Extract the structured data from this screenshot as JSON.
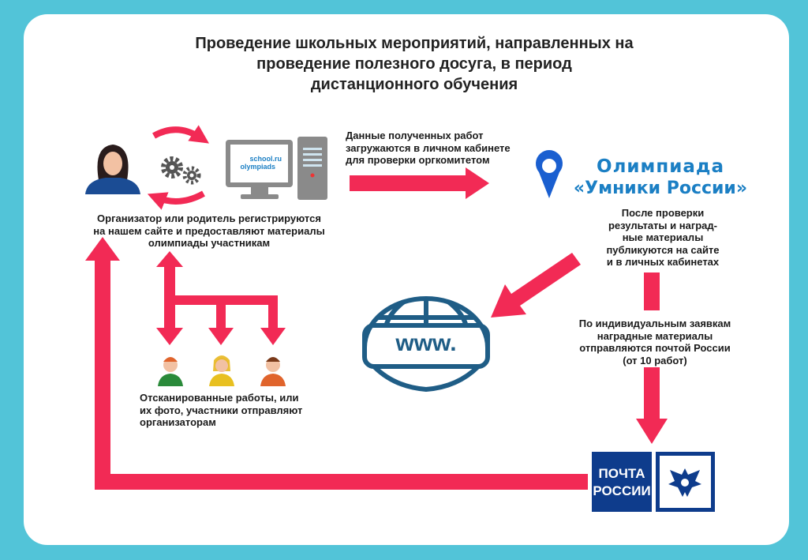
{
  "title": [
    "Проведение школьных мероприятий, направленных на",
    "проведение полезного досуга, в период",
    "дистанционного обучения"
  ],
  "monitor_logo": {
    "line1": "school.ru",
    "line2": "olympiads"
  },
  "step1": [
    "Организатор или родитель регистрируются",
    "на нашем сайте и предоставляют материалы",
    "олимпиады участникам"
  ],
  "step2": [
    "Данные полученных работ",
    "загружаются в личном кабинете",
    "для проверки оргкомитетом"
  ],
  "olympiad_logo": {
    "line1": "Олимпиада",
    "line2": "«Умники России»"
  },
  "step3": [
    "После проверки",
    "результаты и наград-",
    "ные материалы",
    "публикуются на сайте",
    "и в личных кабинетах"
  ],
  "step4": [
    "По индивидуальным заявкам",
    "наградные материалы",
    "отправляются почтой России",
    "(от 10 работ)"
  ],
  "step5": [
    "Отсканированные работы, или",
    "их фото, участники отправляют",
    "организаторам"
  ],
  "globe_label": "www.",
  "post_logo": {
    "line1": "ПОЧТА",
    "line2": "РОССИИ"
  },
  "colors": {
    "arrow": "#f22a55",
    "blue": "#0e3c8c",
    "globe": "#1f5d86",
    "bg": "#52c4d8"
  }
}
